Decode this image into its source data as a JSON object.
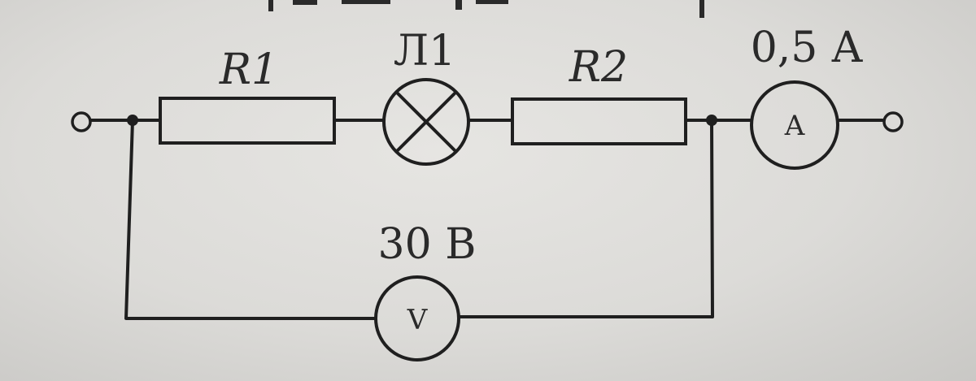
{
  "labels": {
    "resistor_1": "R1",
    "lamp_1": "Л1",
    "resistor_2": "R2",
    "ammeter_reading": "0,5 А",
    "voltmeter_reading": "30 В"
  },
  "meters": {
    "ammeter_symbol": "A",
    "voltmeter_symbol": "V"
  },
  "colors": {
    "ink": "#1f1f1f",
    "paper": "#dcdbd8"
  }
}
